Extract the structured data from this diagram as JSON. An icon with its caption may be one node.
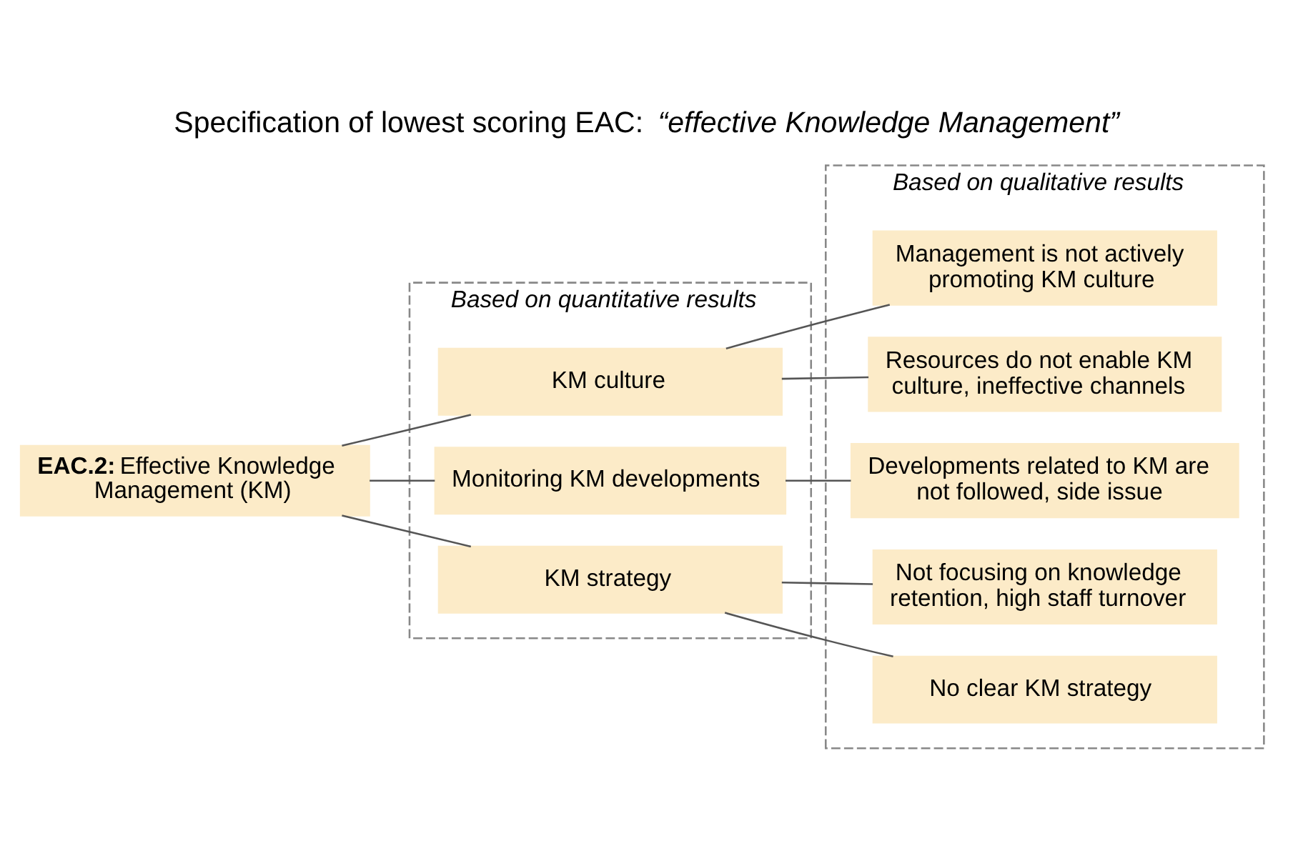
{
  "diagram": {
    "title": "Specification of lowest scoring EAC: *“effective Knowledge Management”*",
    "nodes": [
      {
        "text": [
          "**EAC.2:** Effective Knowledge Management (KM)"
        ]
      },
      {
        "text": [
          "Based on quantitative results"
        ]
      },
      {
        "text": [
          "KM culture"
        ],
        "in": 1
      },
      {
        "text": [
          "Monitoring KM developments"
        ],
        "in": 1
      },
      {
        "text": [
          "KM strategy"
        ],
        "in": 1
      },
      {
        "text": [
          "Based on qualitative results"
        ]
      },
      {
        "text": [
          "Management is not actively promoting KM culture"
        ],
        "in": 5
      },
      {
        "text": [
          "Resources do not enable KM culture, ineffective channels"
        ],
        "in": 5
      },
      {
        "text": [
          "Developments related to KM are not followed, side issue"
        ],
        "in": 5
      },
      {
        "text": [
          "Not focusing on knowledge retention, high staff turnover"
        ],
        "in": 5
      },
      {
        "text": [
          "No clear KM strategy"
        ],
        "in": 5
      }
    ],
    "edges": [
      {
        "from": 0,
        "to": 2,
        "arrow": "none"
      },
      {
        "from": 0,
        "to": 3,
        "arrow": "none"
      },
      {
        "from": 0,
        "to": 4,
        "arrow": "none"
      },
      {
        "from": 2,
        "to": 6,
        "arrow": "none"
      },
      {
        "from": 2,
        "to": 7,
        "arrow": "none"
      },
      {
        "from": 3,
        "to": 8,
        "arrow": "none"
      },
      {
        "from": 4,
        "to": 9,
        "arrow": "none"
      },
      {
        "from": 4,
        "to": 10,
        "arrow": "none"
      }
    ]
  }
}
